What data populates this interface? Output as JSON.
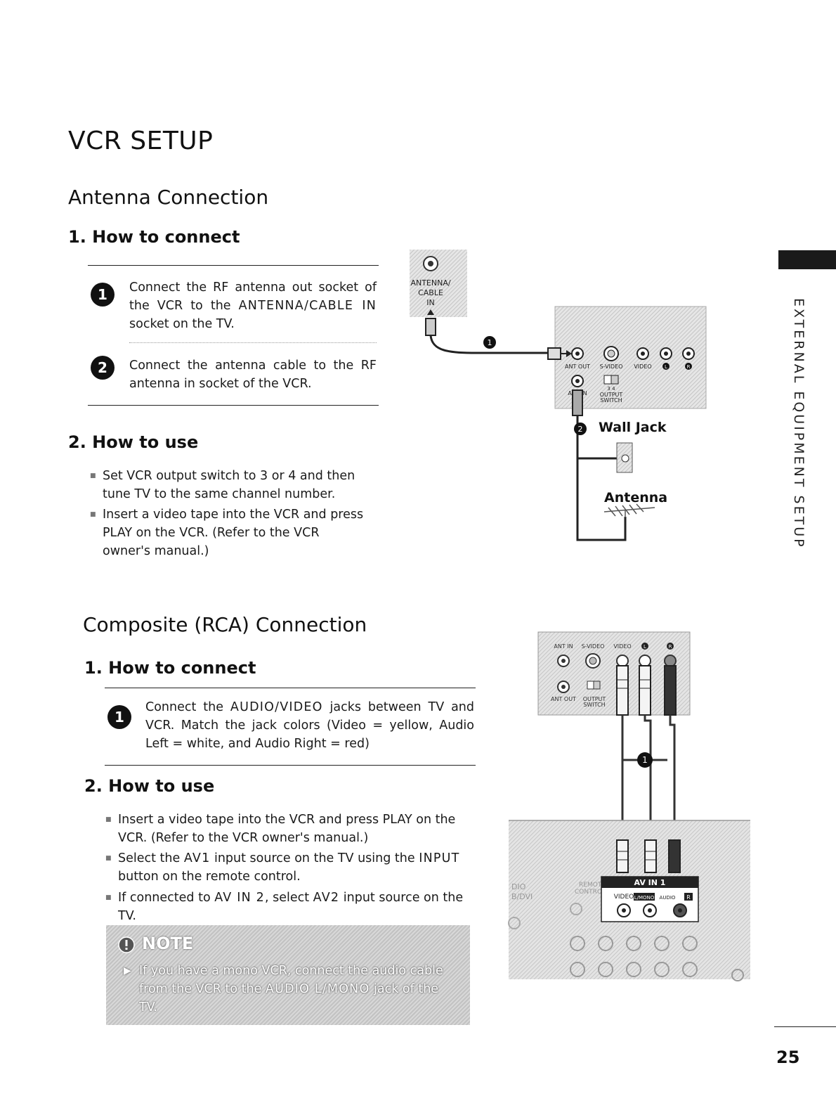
{
  "page": {
    "title": "VCR SETUP",
    "side_label": "EXTERNAL EQUIPMENT SETUP",
    "page_number": "25"
  },
  "antenna": {
    "heading": "Antenna Connection",
    "connect_heading": "1. How to connect",
    "step1_num": "1",
    "step1_a": "Connect the RF antenna out socket of the VCR to the ",
    "step1_b": "ANTENNA/CABLE IN",
    "step1_c": " socket on the TV.",
    "step2_num": "2",
    "step2": "Connect the antenna cable to the RF antenna in socket of the VCR.",
    "use_heading": "2. How to use",
    "bullets": [
      "Set VCR output switch to 3 or 4 and then tune TV to the same channel number.",
      "Insert a video tape into the VCR and press PLAY on the VCR. (Refer to the VCR owner's manual.)"
    ],
    "diagram": {
      "tv_jack_label": [
        "ANTENNA/",
        "CABLE",
        "IN"
      ],
      "vcr_labels": [
        "ANT OUT",
        "S-VIDEO",
        "VIDEO",
        "L",
        "R",
        "ANT IN",
        "OUTPUT",
        "SWITCH",
        "3  4"
      ],
      "callout_1": "1",
      "callout_2": "2",
      "wall_jack": "Wall Jack",
      "antenna": "Antenna"
    }
  },
  "composite": {
    "heading": "Composite (RCA) Connection",
    "connect_heading": "1. How to connect",
    "step1_num": "1",
    "step1_a": "Connect the ",
    "step1_b": "AUDIO/VIDEO",
    "step1_c": " jacks between TV and VCR. Match the jack colors (Video = yellow, Audio Left = white, and Audio Right = red)",
    "use_heading": "2. How to use",
    "bullets": [
      {
        "a": "Insert a video tape into the VCR and press PLAY on the VCR. (Refer to the VCR owner's manual.)",
        "b": "",
        "c": "",
        "d": "",
        "e": ""
      },
      {
        "a": "Select the ",
        "b": "AV1",
        "c": " input source on the TV using the ",
        "d": "INPUT",
        "e": " button on the remote control."
      },
      {
        "a": "If connected to ",
        "b": "AV IN 2",
        "c": ", select ",
        "d": "AV2",
        "e": " input source on the TV."
      }
    ],
    "note_title": "NOTE",
    "note_a": "If you have a mono VCR, connect the audio cable from the VCR to the ",
    "note_b": "AUDIO L/MONO",
    "note_c": " jack of the TV.",
    "diagram": {
      "vcr_labels": [
        "ANT IN",
        "S-VIDEO",
        "VIDEO",
        "L",
        "R",
        "ANT OUT",
        "OUTPUT",
        "SWITCH"
      ],
      "callout_1": "1",
      "tv_labels": [
        "AV IN 1",
        "VIDEO",
        "L/MONO",
        "AUDIO",
        "R",
        "REMOTE",
        "CONTROL IN",
        "DIO",
        "B/DVI"
      ]
    }
  }
}
